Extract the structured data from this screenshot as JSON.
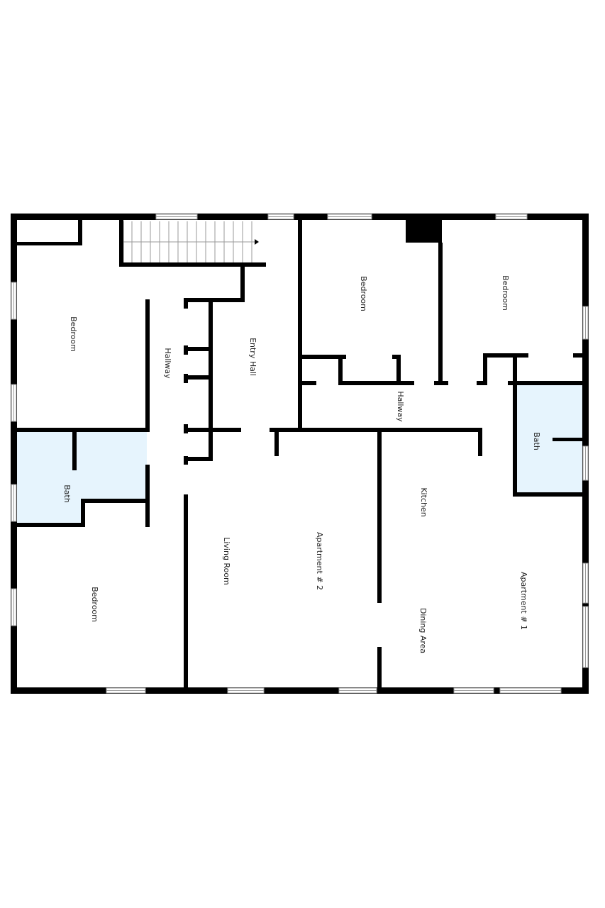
{
  "plan": {
    "rooms": [
      {
        "id": "bedroom_nw",
        "label": "Bedroom"
      },
      {
        "id": "hallway_west",
        "label": "Hallway"
      },
      {
        "id": "entry_hall",
        "label": "Entry Hall"
      },
      {
        "id": "bedroom_n_center",
        "label": "Bedroom"
      },
      {
        "id": "bedroom_ne",
        "label": "Bedroom"
      },
      {
        "id": "hallway_center",
        "label": "Hallway"
      },
      {
        "id": "bath_east",
        "label": "Bath"
      },
      {
        "id": "bath_west",
        "label": "Bath"
      },
      {
        "id": "kitchen",
        "label": "Kitchen"
      },
      {
        "id": "bedroom_sw",
        "label": "Bedroom"
      },
      {
        "id": "living_room",
        "label": "Living Room"
      },
      {
        "id": "apartment_2",
        "label": "Apartment # 2"
      },
      {
        "id": "apartment_1",
        "label": "Apartment # 1"
      },
      {
        "id": "dining_area",
        "label": "Dining Area"
      }
    ],
    "colors": {
      "wall": "#000000",
      "bath_fill": "#e6f4fd",
      "window": "#9a9a9a"
    }
  }
}
